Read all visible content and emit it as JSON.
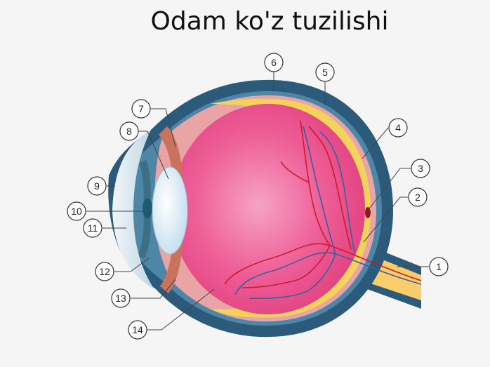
{
  "title": "Odam ko'z tuzilishi",
  "labels": [
    "1",
    "2",
    "3",
    "4",
    "5",
    "6",
    "7",
    "8",
    "9",
    "10",
    "11",
    "12",
    "13",
    "14"
  ],
  "colors": {
    "background": "#f5f5f5",
    "sclera_outer": "#2b5a7a",
    "sclera_inner": "#4d86a6",
    "choroid": "#e9a5a6",
    "retina": "#f3d35a",
    "vitreous": "#ec4e8b",
    "optic_nerve": "#f8cd6a",
    "lens": "#e7f3fb",
    "cornea": "#e2edf4",
    "vessels_red": "#cc1b2c",
    "vessels_blue": "#3a5f9a"
  }
}
